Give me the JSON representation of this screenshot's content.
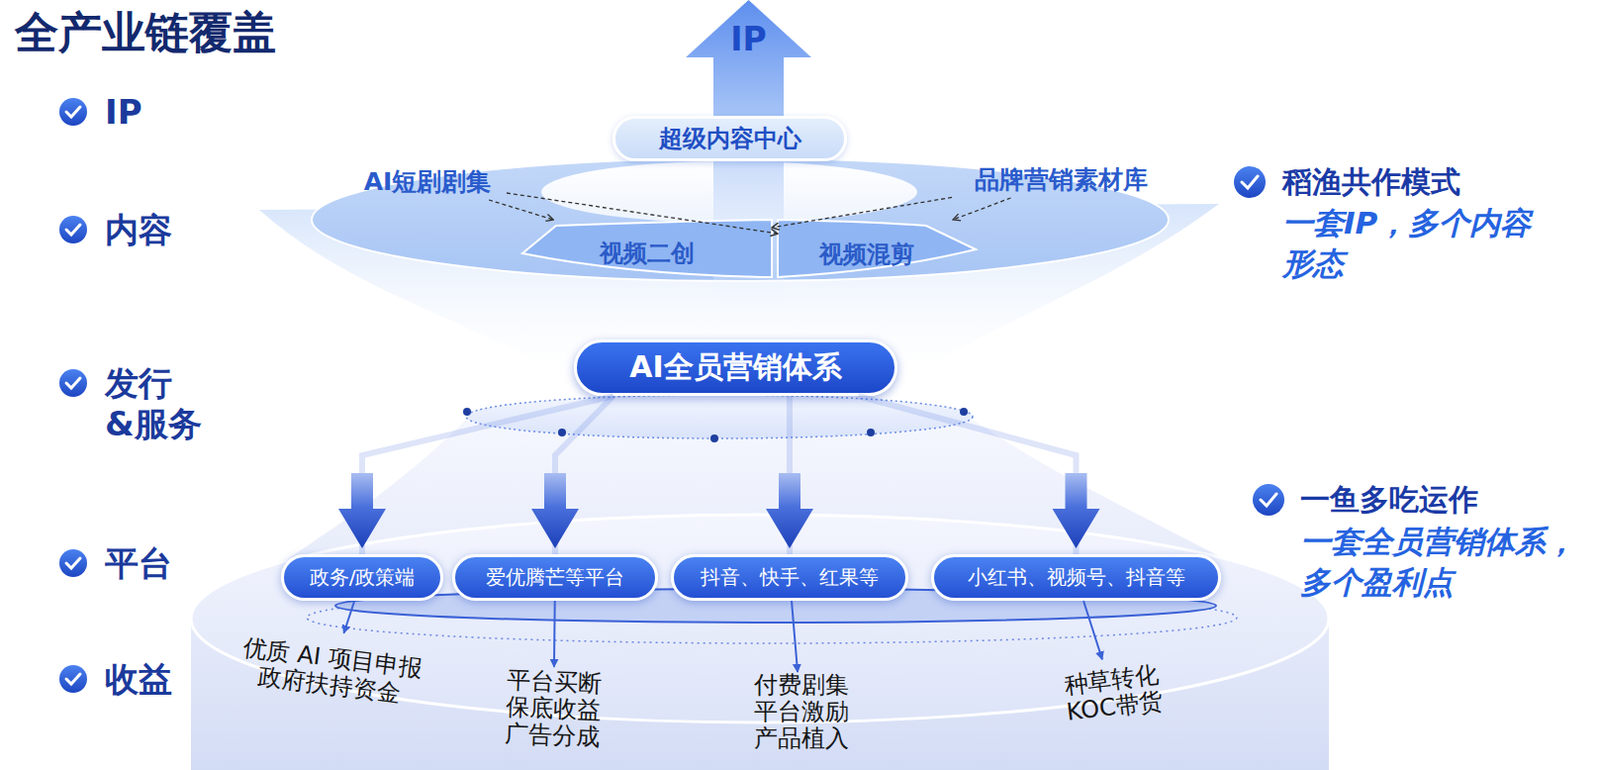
{
  "diagram": {
    "title": "全产业链覆盖",
    "nodes": [
      {
        "text": [
          "IP"
        ]
      },
      {
        "text": [
          "超级内容中心"
        ]
      },
      {
        "text": [
          "AI短剧剧集"
        ]
      },
      {
        "text": [
          "品牌营销素材库"
        ]
      },
      {
        "text": [
          "视频二创"
        ]
      },
      {
        "text": [
          "视频混剪"
        ]
      },
      {
        "text": [
          "AI全员营销体系"
        ]
      },
      {
        "text": [
          "政务/政策端"
        ]
      },
      {
        "text": [
          "爱优腾芒等平台"
        ]
      },
      {
        "text": [
          "抖音、快手、红果等"
        ]
      },
      {
        "text": [
          "小红书、视频号、抖音等"
        ]
      },
      {
        "text": [
          "优质 AI 项目申报 政府扶持资金"
        ]
      },
      {
        "text": [
          "平台买断 保底收益 广告分成"
        ]
      },
      {
        "text": [
          "付费剧集 平台激励 产品植入"
        ]
      },
      {
        "text": [
          "种草转化 KOC带货"
        ]
      }
    ],
    "edges": [
      {
        "from": 2,
        "to": 4,
        "arrow": "to"
      },
      {
        "from": 2,
        "to": 5,
        "arrow": "to"
      },
      {
        "from": 3,
        "to": 4,
        "arrow": "to"
      },
      {
        "from": 3,
        "to": 5,
        "arrow": "to"
      },
      {
        "from": 6,
        "to": 7,
        "arrow": "to"
      },
      {
        "from": 6,
        "to": 8,
        "arrow": "to"
      },
      {
        "from": 6,
        "to": 9,
        "arrow": "to"
      },
      {
        "from": 6,
        "to": 10,
        "arrow": "to"
      },
      {
        "from": 7,
        "to": 11,
        "arrow": "to"
      },
      {
        "from": 8,
        "to": 12,
        "arrow": "to"
      },
      {
        "from": 9,
        "to": 13,
        "arrow": "to"
      },
      {
        "from": 10,
        "to": 14,
        "arrow": "to"
      }
    ],
    "labels": [
      "IP",
      "内容",
      "发行 &服务",
      "平台",
      "收益",
      "稻渔共作模式",
      "一套IP，多个内容形态",
      "一鱼多吃运作",
      "一套全员营销体系，多个盈利点"
    ]
  }
}
